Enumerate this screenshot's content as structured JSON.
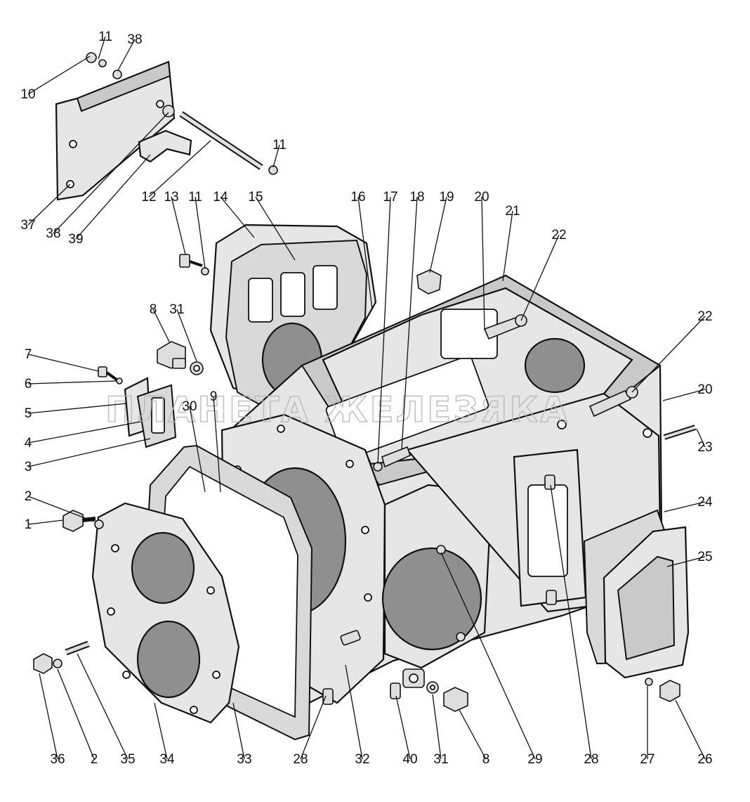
{
  "watermark": "ПЛАНЕТА ЖЕЛЕЗЯКА",
  "callouts": [
    {
      "label": "11"
    },
    {
      "label": "38"
    },
    {
      "label": "10"
    },
    {
      "label": "11"
    },
    {
      "label": "37"
    },
    {
      "label": "38"
    },
    {
      "label": "39"
    },
    {
      "label": "12"
    },
    {
      "label": "13"
    },
    {
      "label": "11"
    },
    {
      "label": "14"
    },
    {
      "label": "15"
    },
    {
      "label": "16"
    },
    {
      "label": "17"
    },
    {
      "label": "18"
    },
    {
      "label": "19"
    },
    {
      "label": "20"
    },
    {
      "label": "21"
    },
    {
      "label": "22"
    },
    {
      "label": "22"
    },
    {
      "label": "20"
    },
    {
      "label": "23"
    },
    {
      "label": "24"
    },
    {
      "label": "25"
    },
    {
      "label": "8"
    },
    {
      "label": "31"
    },
    {
      "label": "7"
    },
    {
      "label": "6"
    },
    {
      "label": "5"
    },
    {
      "label": "4"
    },
    {
      "label": "3"
    },
    {
      "label": "30"
    },
    {
      "label": "9"
    },
    {
      "label": "2"
    },
    {
      "label": "1"
    },
    {
      "label": "36"
    },
    {
      "label": "2"
    },
    {
      "label": "35"
    },
    {
      "label": "34"
    },
    {
      "label": "33"
    },
    {
      "label": "28"
    },
    {
      "label": "32"
    },
    {
      "label": "40"
    },
    {
      "label": "31"
    },
    {
      "label": "8"
    },
    {
      "label": "29"
    },
    {
      "label": "28"
    },
    {
      "label": "27"
    },
    {
      "label": "26"
    }
  ]
}
